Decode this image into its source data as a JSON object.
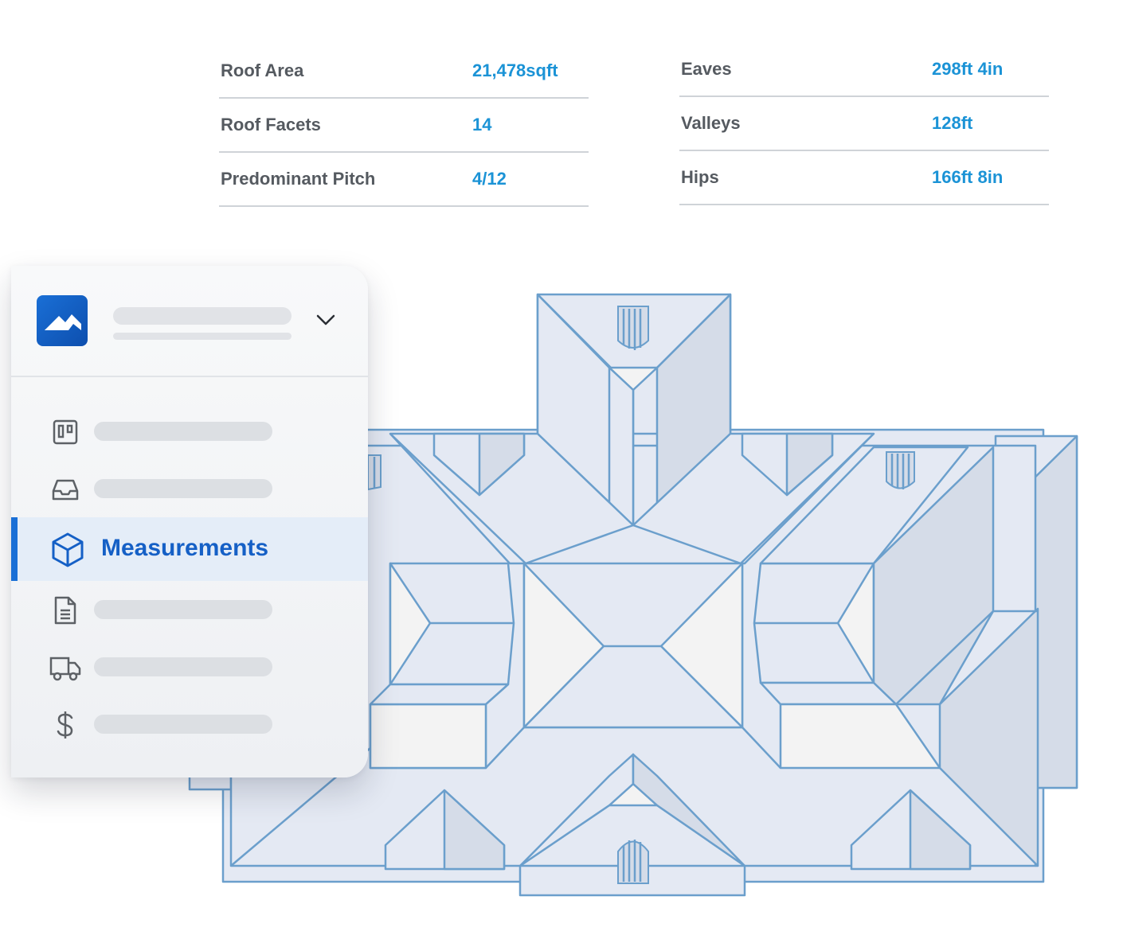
{
  "stats_left": [
    {
      "label": "Roof Area",
      "value": "21,478sqft"
    },
    {
      "label": "Roof Facets",
      "value": "14"
    },
    {
      "label": "Predominant Pitch",
      "value": "4/12"
    }
  ],
  "stats_right": [
    {
      "label": "Eaves",
      "value": "298ft 4in"
    },
    {
      "label": "Valleys",
      "value": "128ft"
    },
    {
      "label": "Hips",
      "value": "166ft 8in"
    }
  ],
  "sidebar": {
    "logo_icon": "house-roof-logo",
    "dropdown_icon": "chevron-down-icon",
    "items": [
      {
        "icon": "kanban-board-icon",
        "label": "",
        "active": false
      },
      {
        "icon": "inbox-tray-icon",
        "label": "",
        "active": false
      },
      {
        "icon": "cube-icon",
        "label": "Measurements",
        "active": true
      },
      {
        "icon": "document-icon",
        "label": "",
        "active": false
      },
      {
        "icon": "truck-icon",
        "label": "",
        "active": false
      },
      {
        "icon": "dollar-sign-icon",
        "label": "",
        "active": false
      }
    ]
  },
  "colors": {
    "accent": "#1560c6",
    "value_blue": "#1b93d6",
    "roof_stroke": "#6b9fcc",
    "roof_fill": "#e4e9f3"
  }
}
